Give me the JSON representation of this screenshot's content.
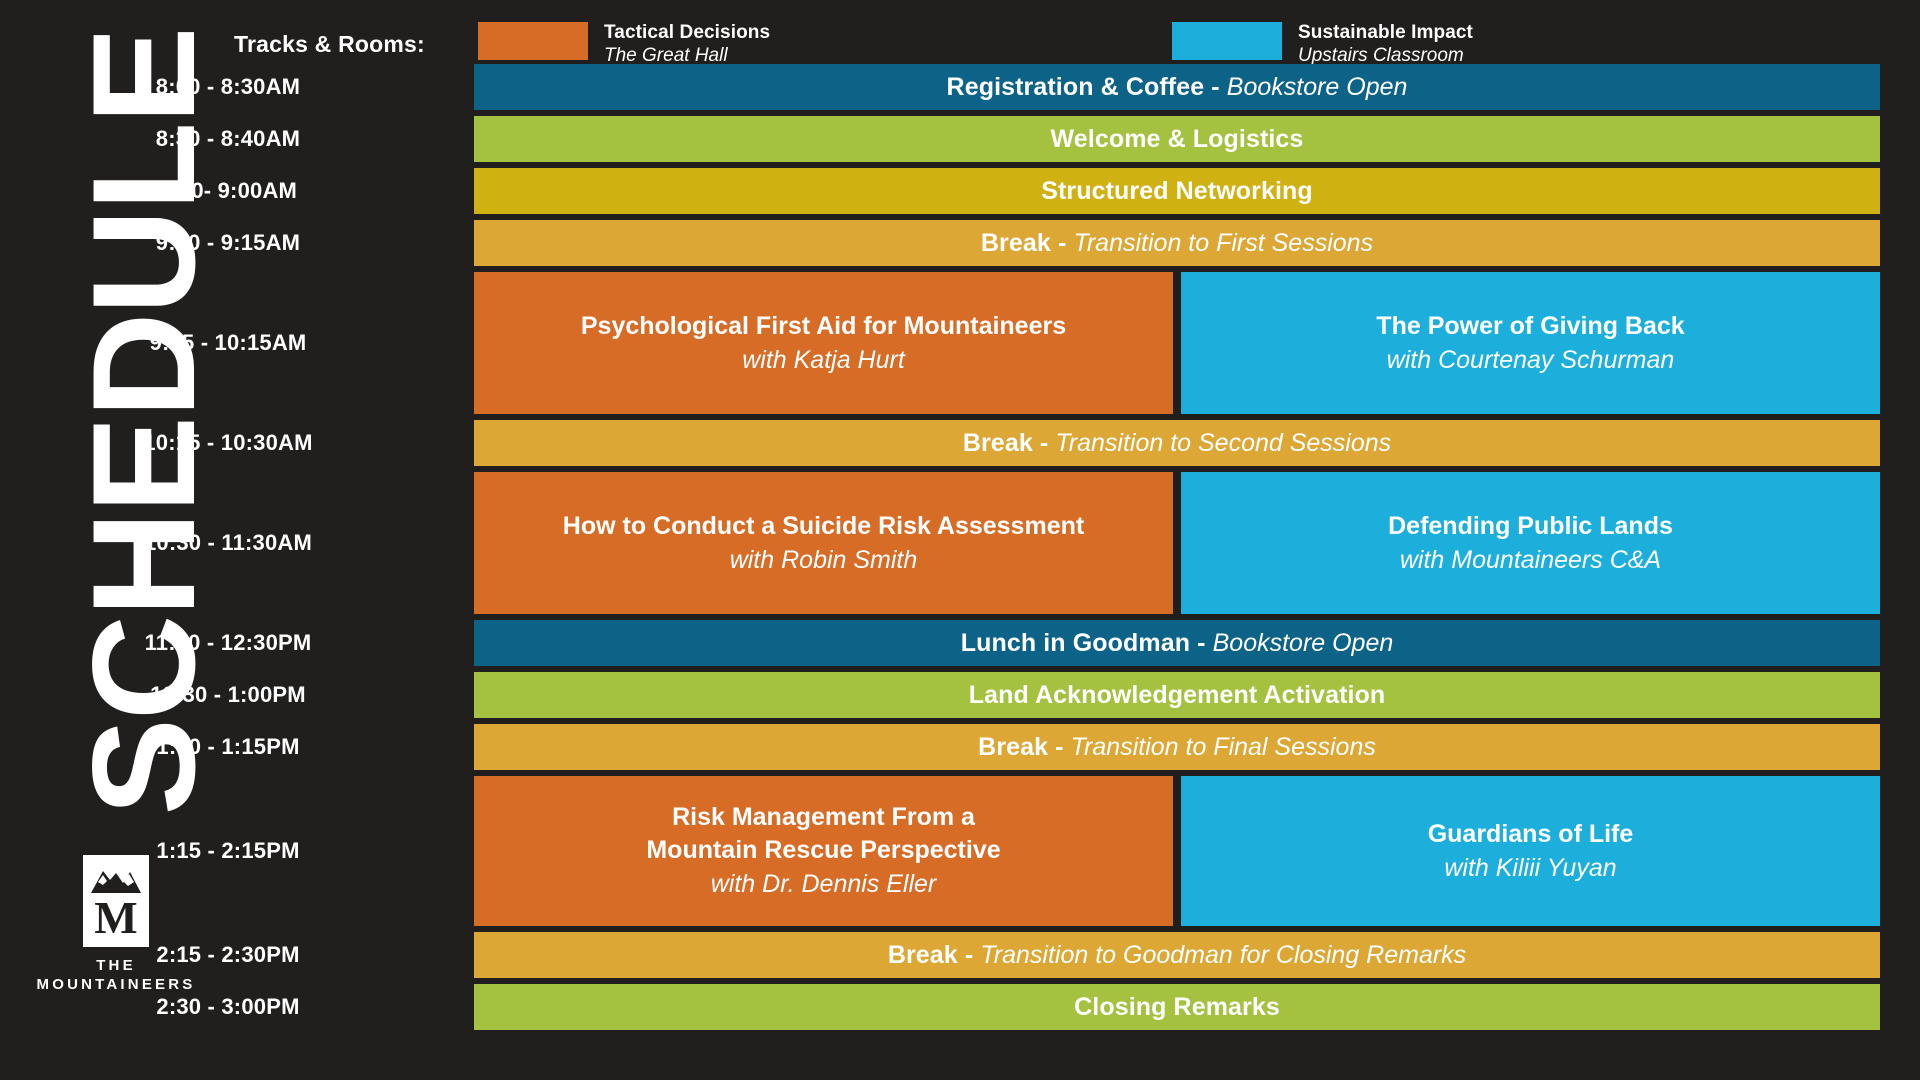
{
  "vertical_title": "SCHEDULE",
  "logo": {
    "mark_name": "mountaineers-logo-mark",
    "line1": "THE",
    "line2": "MOUNTAINEERS"
  },
  "legend": {
    "label": "Tracks & Rooms:",
    "items": [
      {
        "track": "Tactical Decisions",
        "room": "The Great Hall",
        "color": "#d76c26"
      },
      {
        "track": "Sustainable Impact",
        "room": "Upstairs Classroom",
        "color": "#1cafdb"
      }
    ]
  },
  "colors": {
    "background": "#211f1d",
    "teal": "#0c6287",
    "green": "#a4c23f",
    "yellow": "#cfb111",
    "amber": "#dda736",
    "orange": "#d76c26",
    "blue": "#1cafdb",
    "text": "#ffffff"
  },
  "rows": [
    {
      "time": "8:00 - 8:30AM",
      "type": "full",
      "height": 46,
      "color": "#0c6287",
      "title": "Registration & Coffee",
      "title_tail": " - ",
      "subtitle_inline": "Bookstore Open"
    },
    {
      "time": "8:30 - 8:40AM",
      "type": "full",
      "height": 46,
      "color": "#a4c23f",
      "title": "Welcome & Logistics",
      "title_tail": "",
      "subtitle_inline": ""
    },
    {
      "time": "8:40- 9:00AM",
      "type": "full",
      "height": 46,
      "color": "#cfb111",
      "title": "Structured Networking",
      "title_tail": "",
      "subtitle_inline": ""
    },
    {
      "time": "9:00 - 9:15AM",
      "type": "full",
      "height": 46,
      "color": "#dda736",
      "title": "Break",
      "title_tail": " - ",
      "subtitle_inline": "Transition to First Sessions"
    },
    {
      "time": "9:15 - 10:15AM",
      "type": "split",
      "height": 142,
      "left": {
        "color": "#d76c26",
        "title": "Psychological First Aid for Mountaineers",
        "with": "with Katja Hurt"
      },
      "right": {
        "color": "#1cafdb",
        "title": "The Power of Giving Back",
        "with": "with Courtenay Schurman"
      }
    },
    {
      "time": "10:15 - 10:30AM",
      "type": "full",
      "height": 46,
      "color": "#dda736",
      "title": "Break -",
      "title_tail": " ",
      "subtitle_inline": "Transition to Second Sessions"
    },
    {
      "time": "10:30 - 11:30AM",
      "type": "split",
      "height": 142,
      "left": {
        "color": "#d76c26",
        "title": "How to Conduct a Suicide Risk Assessment",
        "with": "with Robin Smith"
      },
      "right": {
        "color": "#1cafdb",
        "title": "Defending Public Lands",
        "with": "with Mountaineers C&A"
      }
    },
    {
      "time": "11:30 - 12:30PM",
      "type": "full",
      "height": 46,
      "color": "#0c6287",
      "title": "Lunch in Goodman",
      "title_tail": " - ",
      "subtitle_inline": "Bookstore Open"
    },
    {
      "time": "12:30 - 1:00PM",
      "type": "full",
      "height": 46,
      "color": "#a4c23f",
      "title": "Land Acknowledgement Activation",
      "title_tail": "",
      "subtitle_inline": ""
    },
    {
      "time": "1:00 - 1:15PM",
      "type": "full",
      "height": 46,
      "color": "#dda736",
      "title": "Break",
      "title_tail": " - ",
      "subtitle_inline": "Transition to Final Sessions"
    },
    {
      "time": "1:15 - 2:15PM",
      "type": "split",
      "height": 150,
      "left": {
        "color": "#d76c26",
        "title": "Risk Management From a\nMountain Rescue Perspective",
        "with": "with Dr. Dennis Eller"
      },
      "right": {
        "color": "#1cafdb",
        "title": "Guardians of Life",
        "with": "with Kiliii Yuyan"
      }
    },
    {
      "time": "2:15 - 2:30PM",
      "type": "full",
      "height": 46,
      "color": "#dda736",
      "title": "Break",
      "title_tail": " - ",
      "subtitle_inline": "Transition to Goodman for Closing Remarks"
    },
    {
      "time": "2:30 - 3:00PM",
      "type": "full",
      "height": 46,
      "color": "#a4c23f",
      "title": "Closing Remarks",
      "title_tail": "",
      "subtitle_inline": ""
    }
  ]
}
